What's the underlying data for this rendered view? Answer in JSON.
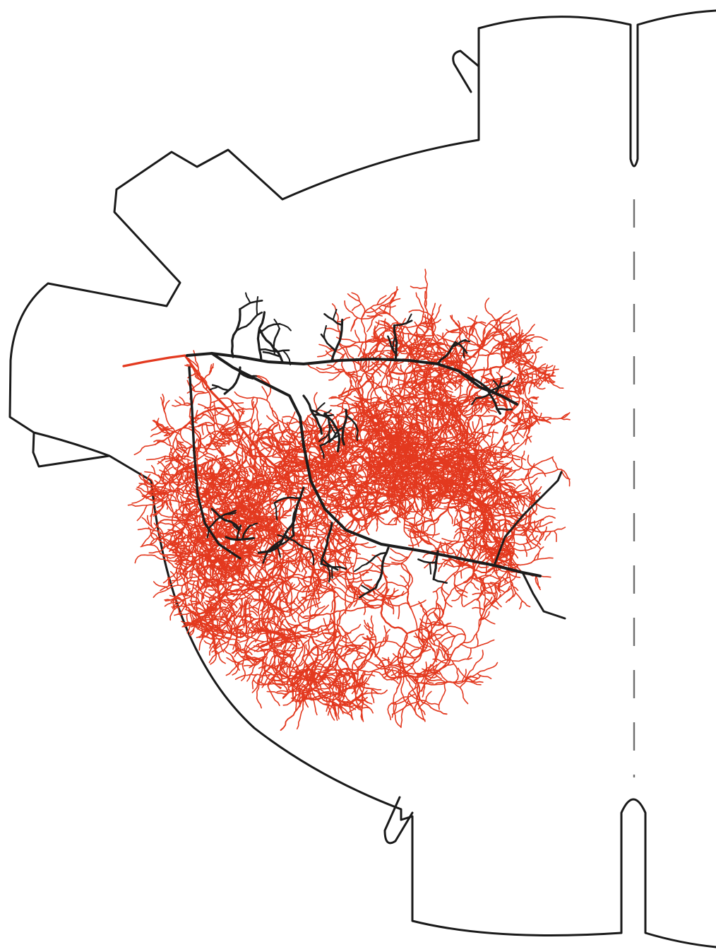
{
  "colors": {
    "outline": "#1a1a1a",
    "midline": "#6e6e6e",
    "black_tree": "#1c1c1c",
    "red_tree": "#e3391f",
    "background": "#ffffff"
  },
  "legend": null,
  "elements": [
    "tissue-outline",
    "midline-fissure",
    "midline-dashed-line",
    "black-branching-tree",
    "red-branching-tree"
  ]
}
